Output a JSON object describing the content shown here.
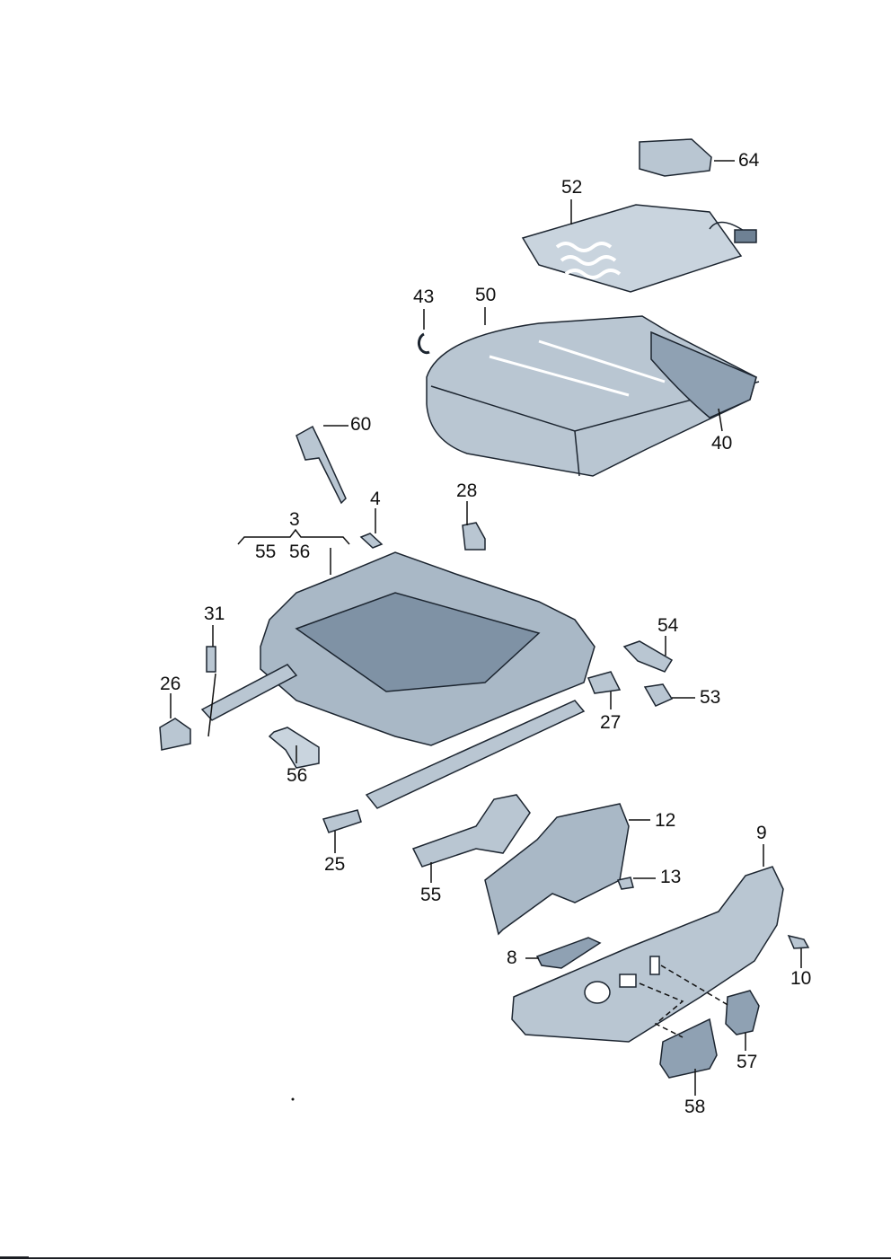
{
  "diagram": {
    "title": "Seat frame and cushion exploded parts diagram",
    "colors": {
      "part_fill": "#b9c6d2",
      "part_dark": "#6e8194",
      "outline": "#1c2530"
    },
    "callouts": [
      "64",
      "52",
      "43",
      "50",
      "60",
      "40",
      "4",
      "28",
      "3",
      "55",
      "56",
      "31",
      "54",
      "26",
      "53",
      "27",
      "56",
      "12",
      "9",
      "25",
      "13",
      "55",
      "8",
      "10",
      "57",
      "58"
    ]
  }
}
